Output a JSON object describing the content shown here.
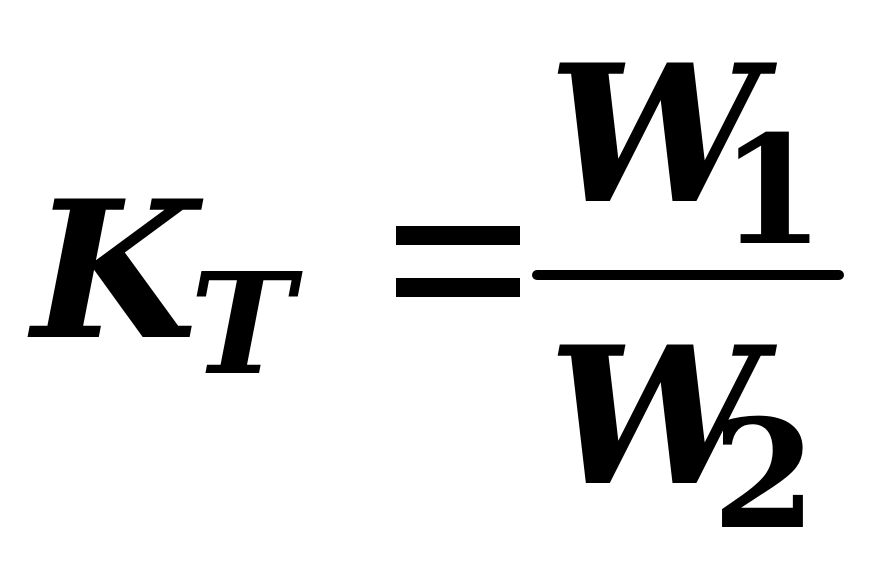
{
  "formula": {
    "lhs": {
      "symbol": "K",
      "subscript": "T"
    },
    "operator": "=",
    "numerator": {
      "symbol": "W",
      "subscript": "1"
    },
    "denominator": {
      "symbol": "W",
      "subscript": "2"
    }
  }
}
